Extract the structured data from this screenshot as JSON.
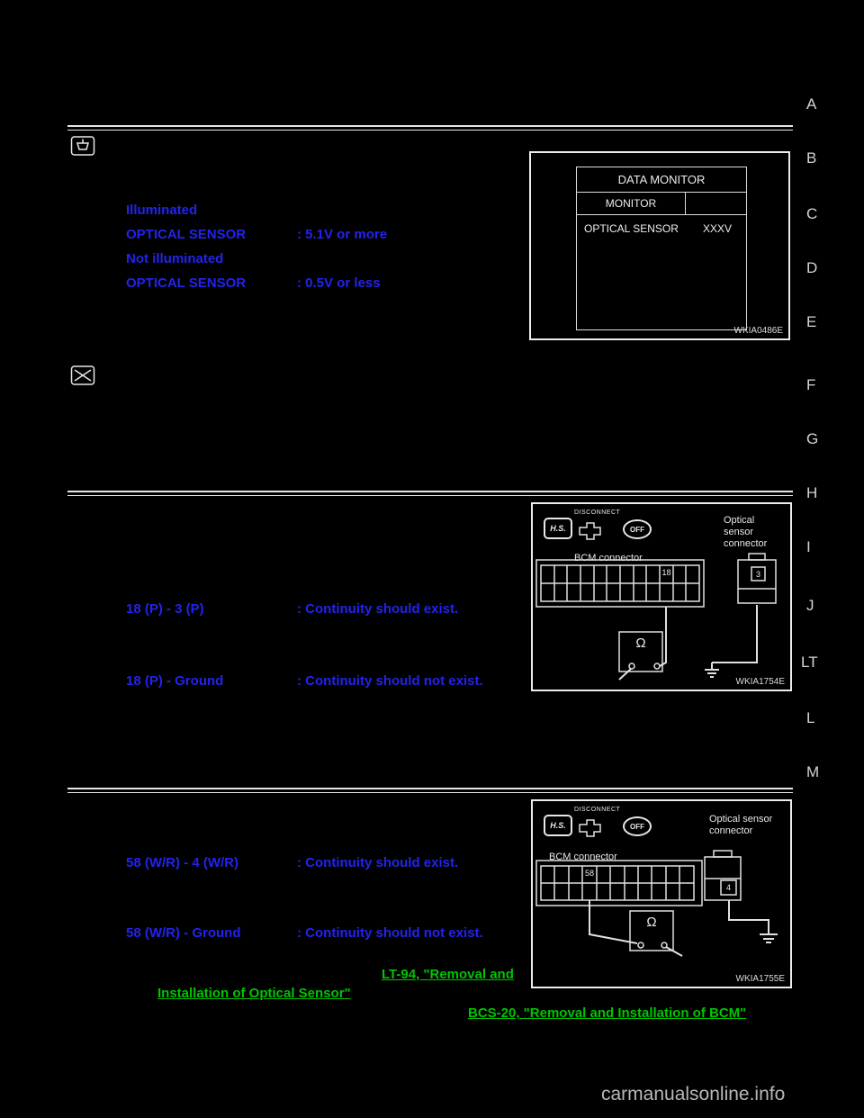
{
  "watermark": "carmanualsonline.info",
  "margin_index": {
    "letters": [
      "A",
      "B",
      "C",
      "D",
      "E",
      "F",
      "G",
      "H",
      "I",
      "J",
      "LT",
      "L",
      "M"
    ]
  },
  "consult_section": {
    "rows": [
      {
        "label": "Illuminated",
        "value": ""
      },
      {
        "label": "OPTICAL SENSOR",
        "value": ": 5.1V or more"
      },
      {
        "label": "Not illuminated",
        "value": ""
      },
      {
        "label": "OPTICAL SENSOR",
        "value": ": 0.5V or less"
      }
    ],
    "monitor_figure": {
      "title": "DATA MONITOR",
      "column_header": "MONITOR",
      "item": "OPTICAL SENSOR",
      "value": "XXXV",
      "figure_id": "WKIA0486E"
    }
  },
  "continuity_check_1": {
    "rows": [
      {
        "label": "18 (P) - 3 (P)",
        "value": ": Continuity should exist."
      },
      {
        "label": "18 (P) - Ground",
        "value": ": Continuity should not exist."
      }
    ],
    "figure": {
      "disconnect_label": "DISCONNECT",
      "hs_label": "H.S.",
      "off_label": "OFF",
      "connector_label_lines": [
        "Optical",
        "sensor",
        "connector"
      ],
      "bcm_label": "BCM connector",
      "bcm_terminal": "18",
      "sensor_terminal": "3",
      "meter_symbol": "Ω",
      "figure_id": "WKIA1754E"
    }
  },
  "continuity_check_2": {
    "rows": [
      {
        "label": "58 (W/R) - 4 (W/R)",
        "value": ": Continuity should exist."
      },
      {
        "label": "58 (W/R) - Ground",
        "value": ": Continuity should not exist."
      }
    ],
    "figure": {
      "disconnect_label": "DISCONNECT",
      "hs_label": "H.S.",
      "off_label": "OFF",
      "connector_label_lines": [
        "Optical sensor",
        "connector"
      ],
      "bcm_label": "BCM connector",
      "bcm_terminal": "58",
      "sensor_terminal": "4",
      "meter_symbol": "Ω",
      "figure_id": "WKIA1755E"
    }
  },
  "links": {
    "link1_line1": "LT-94, \"Removal and",
    "link1_line2": "Installation of Optical Sensor\"",
    "link2": "BCS-20, \"Removal and Installation of BCM\""
  }
}
